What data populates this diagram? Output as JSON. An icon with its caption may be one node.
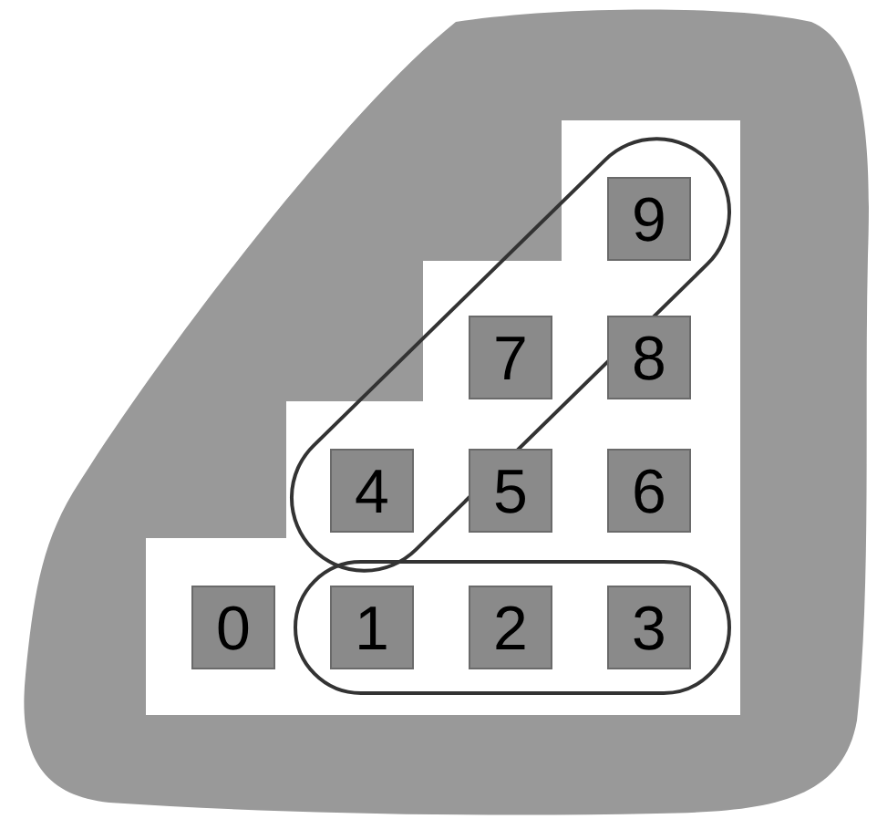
{
  "diagram": {
    "nodes": [
      {
        "text": [
          "9"
        ]
      },
      {
        "text": [
          "7"
        ]
      },
      {
        "text": [
          "8"
        ]
      },
      {
        "text": [
          "4"
        ]
      },
      {
        "text": [
          "5"
        ]
      },
      {
        "text": [
          "6"
        ]
      },
      {
        "text": [
          "0"
        ]
      },
      {
        "text": [
          "1"
        ]
      },
      {
        "text": [
          "2"
        ]
      },
      {
        "text": [
          "3"
        ]
      }
    ]
  }
}
